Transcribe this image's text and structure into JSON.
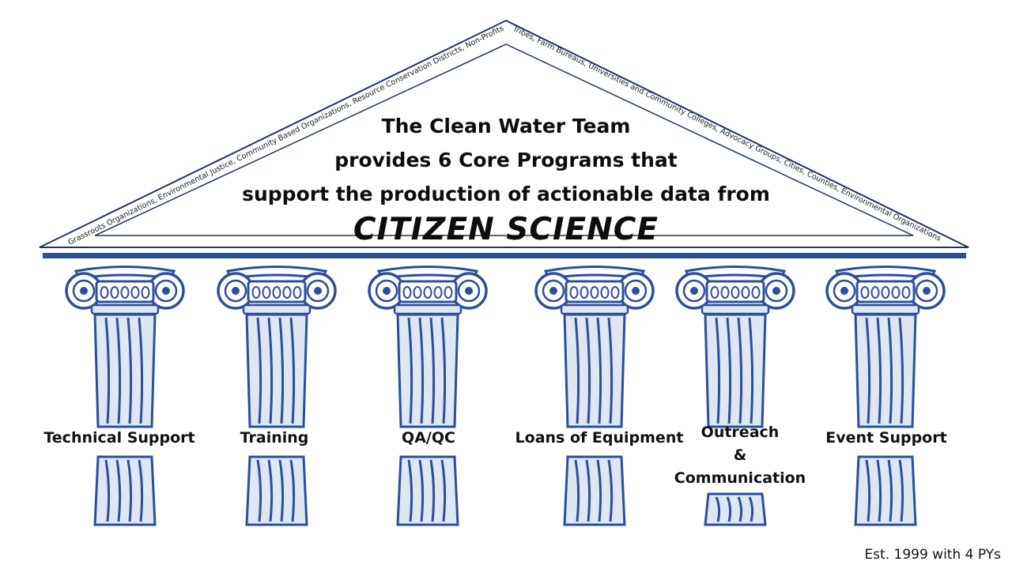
{
  "roof": {
    "left_text": "Grassroots Organizations, Environmental Justice, Community Based Organizations, Resource Conservation Districts, Non-Profits,",
    "right_text": "Tribes, Farm Bureaus, Universities and Community Colleges, Advocacy Groups, Cities, Counties, Environmental Organizations"
  },
  "title": {
    "line1": "The Clean Water Team",
    "line2": "provides 6 Core Programs that",
    "line3": "support the production of actionable data from",
    "emphasis": "CITIZEN  SCIENCE"
  },
  "pillars": [
    {
      "label": "Technical Support",
      "label_lines": [
        "Technical Support"
      ]
    },
    {
      "label": "Training",
      "label_lines": [
        "Training"
      ]
    },
    {
      "label": "QA/QC",
      "label_lines": [
        "QA/QC"
      ]
    },
    {
      "label": "Loans of Equipment",
      "label_lines": [
        "Loans of Equipment"
      ]
    },
    {
      "label": "Outreach & Communication",
      "label_lines": [
        "Outreach",
        "&",
        "Communication"
      ]
    },
    {
      "label": "Event Support",
      "label_lines": [
        "Event Support"
      ]
    }
  ],
  "footer": "Est. 1999 with 4 PYs",
  "colors": {
    "pillar_blue": "#2b4f9e",
    "pillar_fill": "#dfe7f3",
    "roof_stroke": "#1f3566",
    "beam": "#2c4f8f"
  }
}
